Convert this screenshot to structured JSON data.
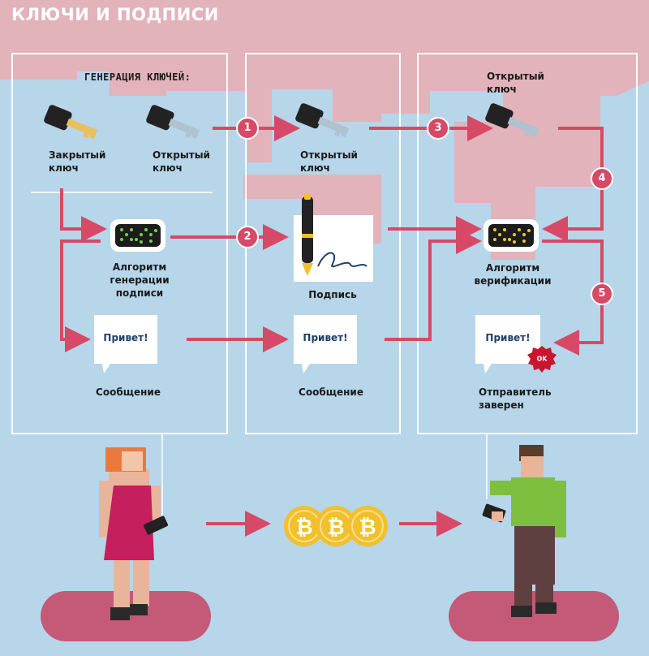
{
  "title": "КЛЮЧИ И ПОДПИСИ",
  "panel1": {
    "heading": "ГЕНЕРАЦИЯ КЛЮЧЕЙ:",
    "private_key_label": "Закрытый\nключ",
    "public_key_label": "Открытый\nключ",
    "algorithm_label": "Алгоритм\nгенерации\nподписи",
    "message_text": "Привет!",
    "message_label": "Сообщение"
  },
  "panel2": {
    "public_key_label": "Открытый\nключ",
    "signature_label": "Подпись",
    "message_text": "Привет!",
    "message_label": "Сообщение"
  },
  "panel3": {
    "public_key_label": "Открытый\nключ",
    "algorithm_label": "Алгоритм\nверификации",
    "message_text": "Привет!",
    "ok_badge": "OK",
    "sender_label": "Отправитель\nзаверен"
  },
  "steps": [
    "1",
    "2",
    "3",
    "4",
    "5"
  ],
  "colors": {
    "background": "#b7d6ea",
    "pink": "#e2b3ba",
    "arrow": "#d64a67",
    "dark_pink": "#c45a78",
    "coin": "#f2c02c",
    "led_green": "#6fd24a",
    "led_yellow": "#f0c830"
  },
  "icons": [
    "private-key-icon",
    "public-key-icon",
    "pen-icon",
    "signature-icon",
    "chip-icon",
    "bitcoin-icon",
    "ok-badge-icon"
  ]
}
